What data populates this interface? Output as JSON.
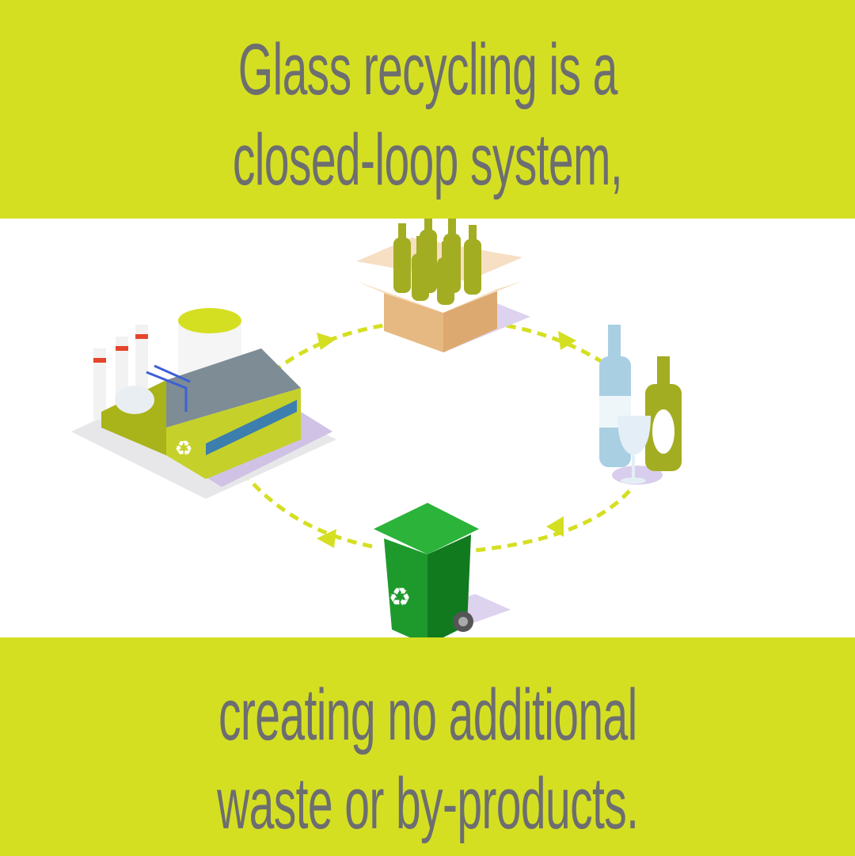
{
  "headline": {
    "line1": "Glass recycling is a",
    "line2": "closed-loop system,"
  },
  "footer": {
    "line1": "creating no additional",
    "line2": "waste or by-products."
  },
  "colors": {
    "band": "#d5df22",
    "text": "#6d6e70",
    "arrow": "#d5df22",
    "bin": "#1e9a2c"
  },
  "cycle": {
    "stages": [
      "recycling-factory",
      "box-of-bottles",
      "glass-bottles-and-wineglass",
      "recycling-bin"
    ]
  }
}
